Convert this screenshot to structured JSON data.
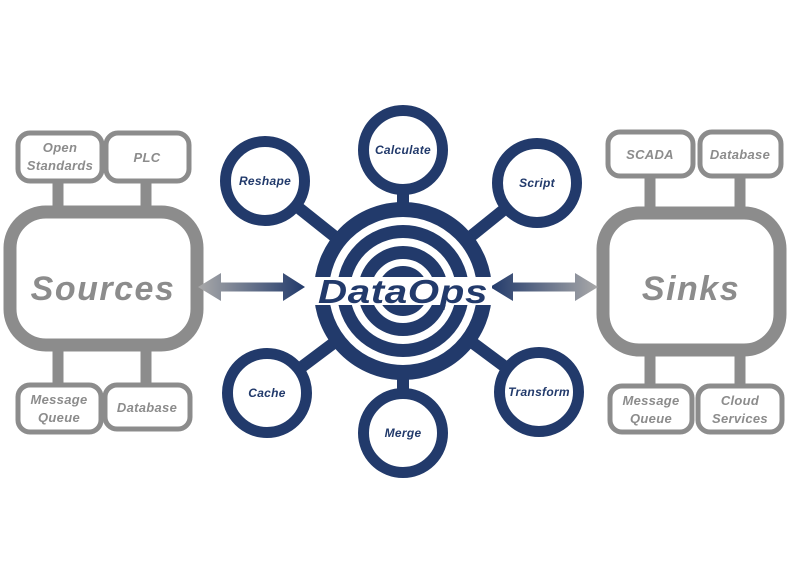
{
  "diagram_title": "DataOps hub-and-spoke diagram",
  "colors": {
    "navy": "#223a6b",
    "gray": "#8c8c8c",
    "arrow_gray": "#a9a9a9",
    "background": "#ffffff"
  },
  "hub": {
    "label": "DataOps"
  },
  "satellites": [
    {
      "label": "Reshape"
    },
    {
      "label": "Calculate"
    },
    {
      "label": "Script"
    },
    {
      "label": "Cache"
    },
    {
      "label": "Merge"
    },
    {
      "label": "Transform"
    }
  ],
  "sources": {
    "title": "Sources",
    "top_nodes": [
      {
        "line1": "Open",
        "line2": "Standards"
      },
      {
        "label": "PLC"
      }
    ],
    "bottom_nodes": [
      {
        "line1": "Message",
        "line2": "Queue"
      },
      {
        "label": "Database"
      }
    ]
  },
  "sinks": {
    "title": "Sinks",
    "top_nodes": [
      {
        "label": "SCADA"
      },
      {
        "label": "Database"
      }
    ],
    "bottom_nodes": [
      {
        "line1": "Message",
        "line2": "Queue"
      },
      {
        "line1": "Cloud",
        "line2": "Services"
      }
    ]
  },
  "connections": {
    "sources_hub": "bidirectional",
    "hub_sinks": "bidirectional"
  }
}
